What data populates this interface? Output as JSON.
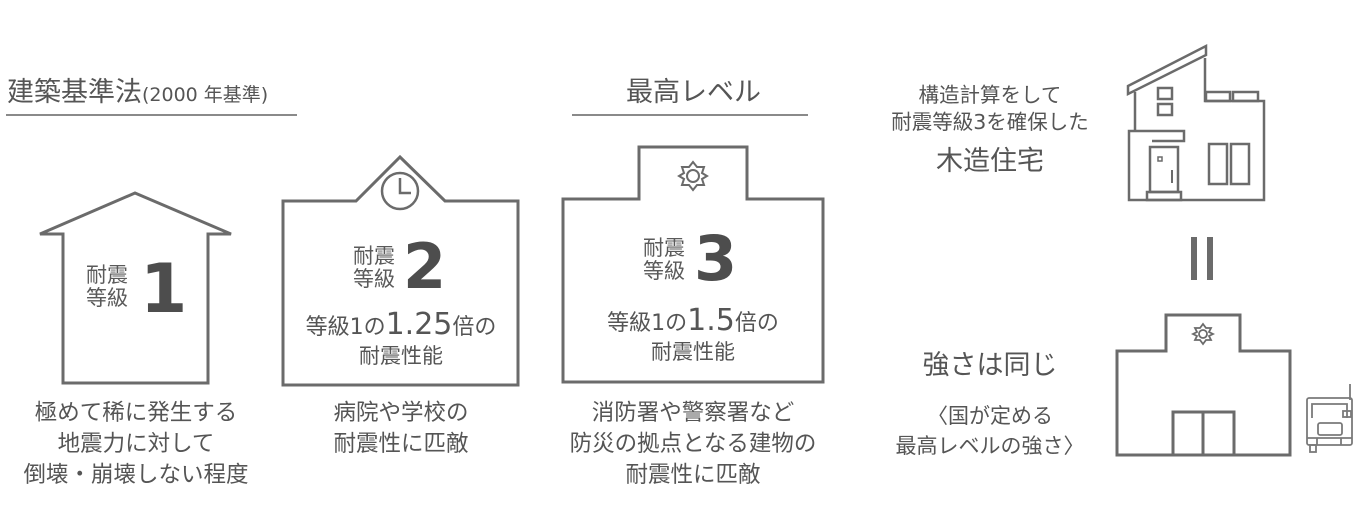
{
  "colors": {
    "stroke": "#6b6b6b",
    "text": "#555555",
    "number": "#4d4d4d"
  },
  "headers": {
    "standard": {
      "title": "建築基準法",
      "sub": "(2000 年基準)"
    },
    "top_level": {
      "title": "最高レベル"
    }
  },
  "levels": [
    {
      "id": 1,
      "shape": "house-outline",
      "label_line1": "耐震",
      "label_line2": "等級",
      "number": "1",
      "caption": [
        "極めて稀に発生する",
        "地震力に対して",
        "倒壊・崩壊しない程度"
      ]
    },
    {
      "id": 2,
      "shape": "hospital-outline",
      "icon": "clock-icon",
      "label_line1": "耐震",
      "label_line2": "等級",
      "number": "2",
      "multiplier_prefix": "等級1の",
      "multiplier_value": "1.25",
      "multiplier_suffix": "倍の",
      "performance": "耐震性能",
      "caption": [
        "病院や学校の",
        "耐震性に匹敵"
      ]
    },
    {
      "id": 3,
      "shape": "fire-station-outline",
      "icon": "police-emblem-icon",
      "label_line1": "耐震",
      "label_line2": "等級",
      "number": "3",
      "multiplier_prefix": "等級1の",
      "multiplier_value": "1.5",
      "multiplier_suffix": "倍の",
      "performance": "耐震性能",
      "caption": [
        "消防署や警察署など",
        "防災の拠点となる建物の",
        "耐震性に匹敵"
      ]
    }
  ],
  "comparison": {
    "house_text": [
      "構造計算をして",
      "耐震等級3を確保した"
    ],
    "house_type": "木造住宅",
    "equals_icon": "equals-vertical-icon",
    "same_strength": "強さは同じ",
    "note": [
      "〈国が定める",
      "最高レベルの強さ〉"
    ],
    "icons": [
      "wooden-house-icon",
      "police-station-icon",
      "fire-truck-icon"
    ]
  }
}
